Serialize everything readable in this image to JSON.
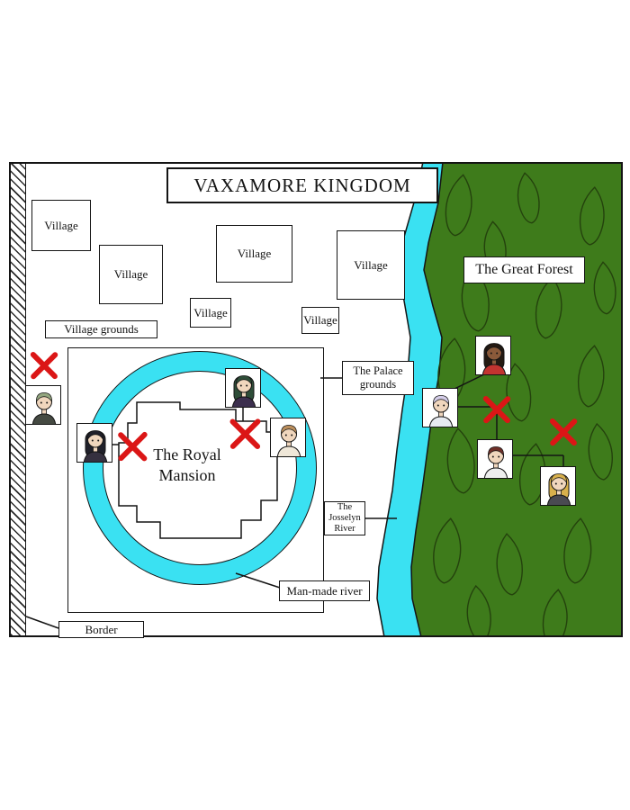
{
  "title": "VAXAMORE KINGDOM",
  "labels": {
    "village": "Village",
    "village_grounds": "Village grounds",
    "palace_grounds": "The Palace grounds",
    "royal_mansion": "The Royal Mansion",
    "great_forest": "The Great Forest",
    "josselyn_river": "The Josselyn River",
    "man_made_river": "Man-made river",
    "border": "Border"
  },
  "colors": {
    "forest_green": "#3e7b1b",
    "river_cyan": "#3ae1f2",
    "x_mark_red": "#db1616",
    "ink_black": "#141414",
    "paper_white": "#ffffff"
  },
  "characters": [
    {
      "id": "p1",
      "icon": "character-portrait",
      "location": "outside-left-border",
      "hair": "#93a67f",
      "skin": "#f0d6bd",
      "shirt": "#454a42",
      "long_hair": false
    },
    {
      "id": "p2",
      "icon": "character-portrait",
      "location": "palace-ring-left",
      "hair": "#20202a",
      "skin": "#f0d6bd",
      "shirt": "#35303f",
      "long_hair": true
    },
    {
      "id": "p3",
      "icon": "character-portrait",
      "location": "palace-ring-top",
      "hair": "#2e4d38",
      "skin": "#f0d6bd",
      "shirt": "#3c2f4e",
      "long_hair": true
    },
    {
      "id": "p4",
      "icon": "character-portrait",
      "location": "palace-ring-right",
      "hair": "#bb8f5d",
      "skin": "#f0d6bd",
      "shirt": "#efe7d8",
      "long_hair": false
    },
    {
      "id": "f1",
      "icon": "character-portrait",
      "location": "forest-top",
      "hair": "#241a12",
      "skin": "#8a5a3a",
      "shirt": "#c23430",
      "long_hair": true
    },
    {
      "id": "f2",
      "icon": "character-portrait",
      "location": "forest-left",
      "hair": "#d4cde8",
      "skin": "#f0d6bd",
      "shirt": "#e7ebf1",
      "long_hair": false
    },
    {
      "id": "f3",
      "icon": "character-portrait",
      "location": "forest-middle",
      "hair": "#6f2f28",
      "skin": "#f0d6bd",
      "shirt": "#eeeeee",
      "long_hair": false
    },
    {
      "id": "f4",
      "icon": "character-portrait",
      "location": "forest-right",
      "hair": "#d8b04c",
      "skin": "#f0d6bd",
      "shirt": "#4a4a52",
      "long_hair": true
    }
  ]
}
